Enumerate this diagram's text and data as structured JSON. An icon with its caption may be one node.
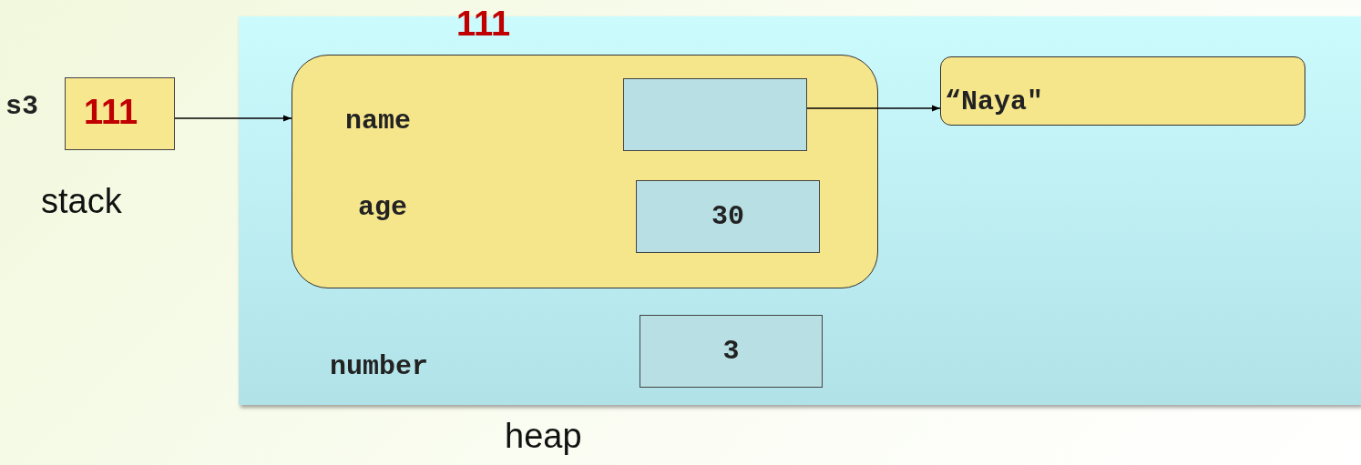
{
  "diagram": {
    "nodes": [
      {
        "text": [
          "heap"
        ]
      },
      {
        "text": [
          "111"
        ],
        "beside": [
          "s3",
          "stack"
        ]
      },
      {
        "text": [
          "name",
          "age"
        ],
        "in": 0,
        "beside": [
          "111"
        ]
      },
      {
        "text": [],
        "shape": "box",
        "in": 2
      },
      {
        "text": [
          "30"
        ],
        "in": 2
      },
      {
        "text": [
          "3"
        ],
        "in": 0
      },
      {
        "text": [
          "“Naya\""
        ],
        "in": 0
      }
    ],
    "labels": [
      "number"
    ],
    "edges": [
      {
        "from": 1,
        "to": 2,
        "arrow": "to"
      },
      {
        "from": 3,
        "to": 6,
        "arrow": "to"
      }
    ]
  }
}
